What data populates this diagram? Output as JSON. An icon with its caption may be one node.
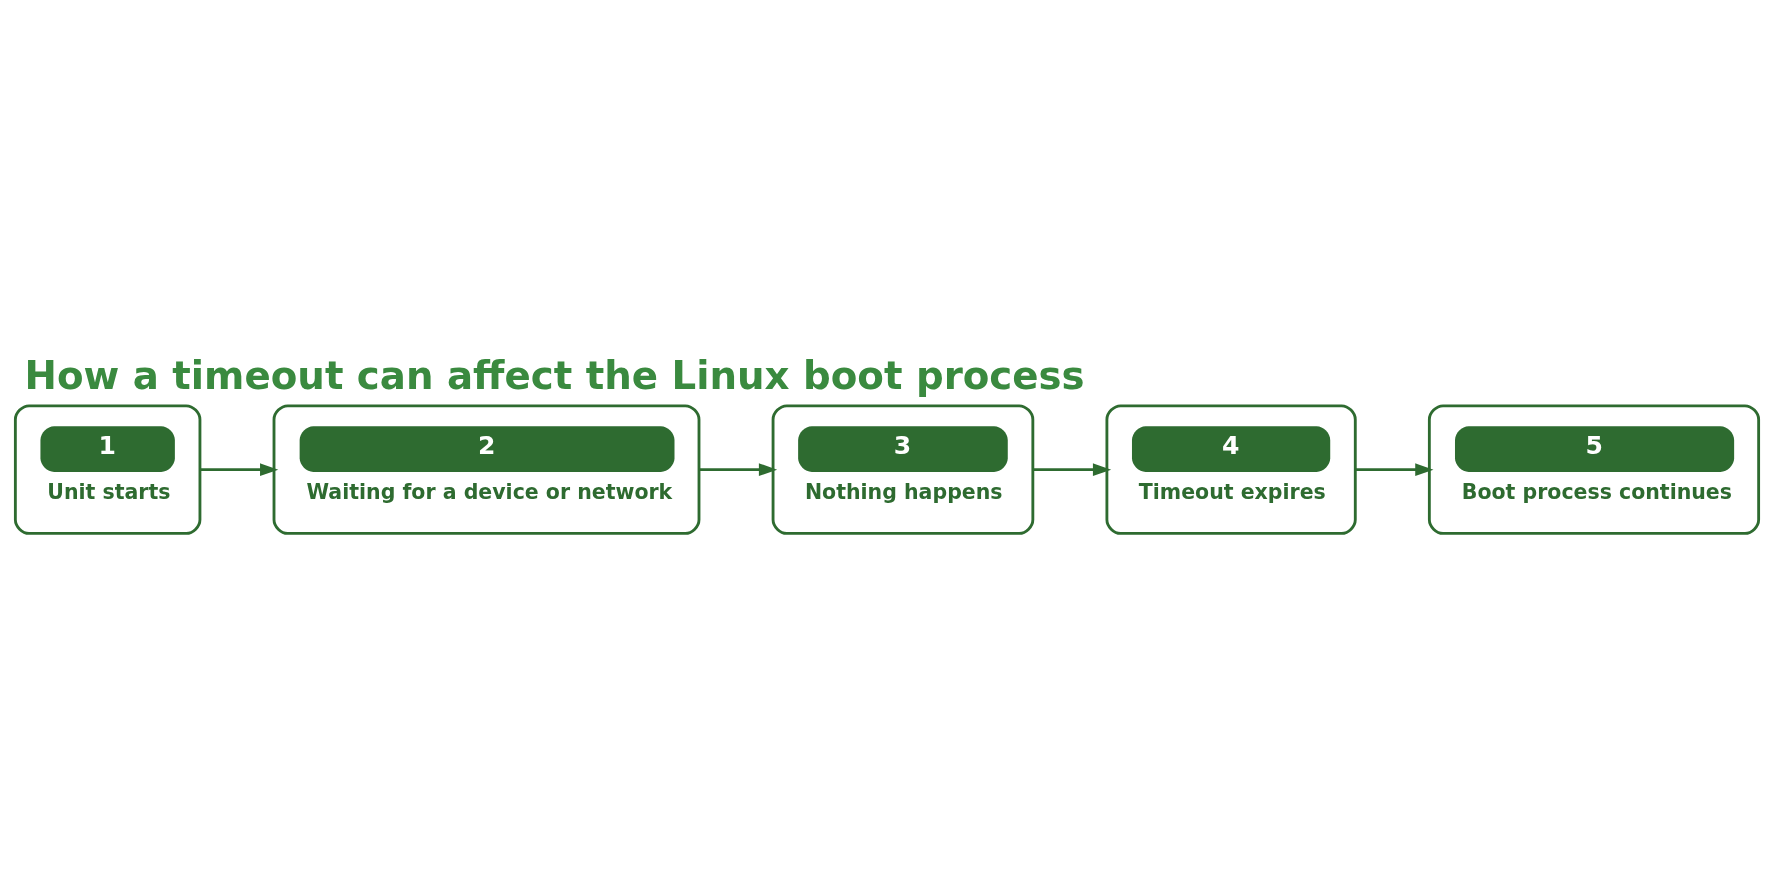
{
  "diagram": {
    "title": "How a timeout can affect the Linux boot process",
    "nodes": [
      {
        "text": [
          "1",
          "Unit starts"
        ]
      },
      {
        "text": [
          "2",
          "Waiting for a device or network"
        ]
      },
      {
        "text": [
          "3",
          "Nothing happens"
        ]
      },
      {
        "text": [
          "4",
          "Timeout expires"
        ]
      },
      {
        "text": [
          "5",
          "Boot process continues"
        ]
      }
    ],
    "edges": [
      {
        "from": 0,
        "to": 1,
        "arrow": "to"
      },
      {
        "from": 1,
        "to": 2,
        "arrow": "to"
      },
      {
        "from": 2,
        "to": 3,
        "arrow": "to"
      },
      {
        "from": 3,
        "to": 4,
        "arrow": "to"
      }
    ]
  }
}
